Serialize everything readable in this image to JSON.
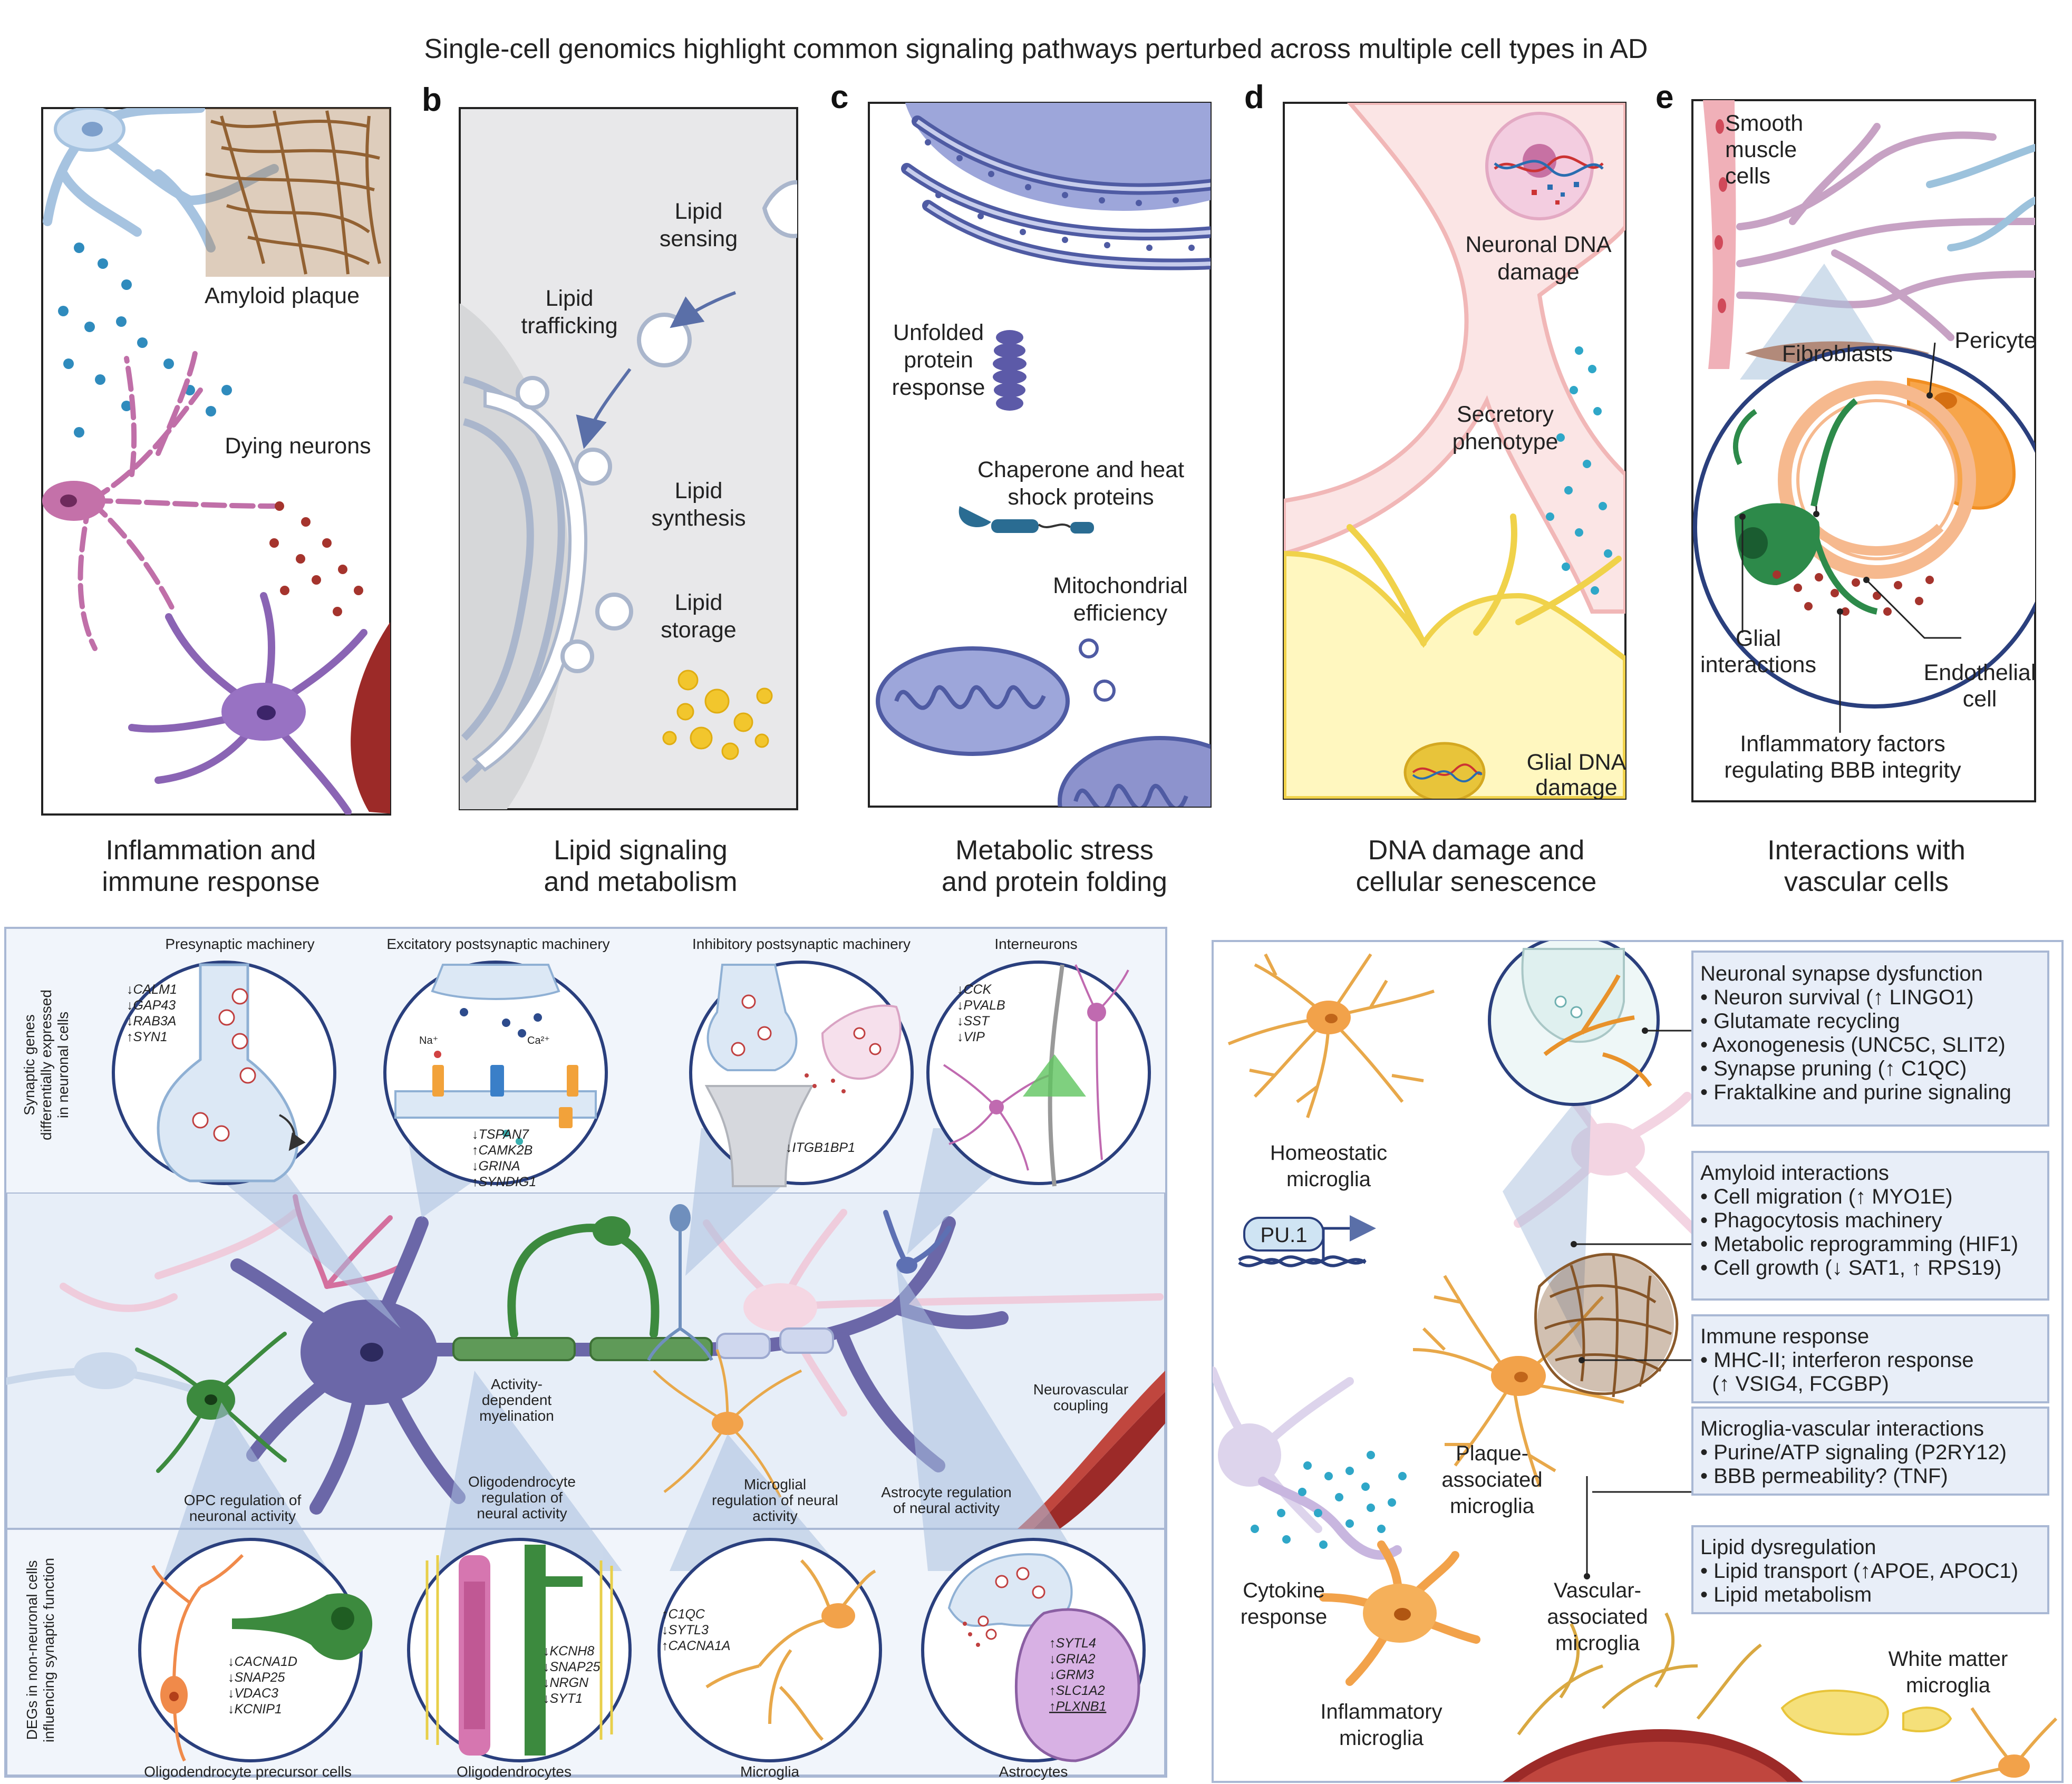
{
  "title": "Single-cell genomics highlight common signaling pathways perturbed across multiple cell types in AD",
  "panels": [
    {
      "letter": "",
      "caption": [
        "Inflammation and",
        "immune response"
      ],
      "labels": [
        "Amyloid plaque",
        "Dying neurons"
      ]
    },
    {
      "letter": "b",
      "caption": [
        "Lipid signaling",
        "and metabolism"
      ],
      "labels": [
        "Lipid",
        "sensing",
        "Lipid",
        "trafficking",
        "Lipid",
        "synthesis",
        "Lipid",
        "storage"
      ]
    },
    {
      "letter": "c",
      "caption": [
        "Metabolic stress",
        "and protein folding"
      ],
      "labels": [
        "Unfolded",
        "protein",
        "response",
        "Chaperone and heat",
        "shock proteins",
        "Mitochondrial",
        "efficiency"
      ]
    },
    {
      "letter": "d",
      "caption": [
        "DNA damage and",
        "cellular senescence"
      ],
      "labels": [
        "Neuronal DNA",
        "damage",
        "Secretory",
        "phenotype",
        "Glial DNA",
        "damage"
      ]
    },
    {
      "letter": "e",
      "caption": [
        "Interactions with",
        "vascular cells"
      ],
      "labels": [
        "Smooth",
        "muscle",
        "cells",
        "Fibroblasts",
        "Pericyte",
        "Glial",
        "interactions",
        "Endothelial",
        "cell",
        "Inflammatory factors",
        "regulating BBB integrity"
      ]
    }
  ],
  "synapse": {
    "side_top": [
      "Synaptic genes",
      "differentially expressed",
      "in neuronal cells"
    ],
    "side_bottom": [
      "DEGs in non-neuronal cells",
      "influencing synaptic function"
    ],
    "top_circles": [
      {
        "title": "Presynaptic machinery",
        "genes": [
          "↓CALM1",
          "↓GAP43",
          "↓RAB3A",
          "↑SYN1"
        ]
      },
      {
        "title": "Excitatory postsynaptic machinery",
        "ions": [
          "Na⁺",
          "Ca²⁺"
        ],
        "genes": [
          "↓TSPAN7",
          "↑CAMK2B",
          "↓GRINA",
          "↑SYNDIG1"
        ]
      },
      {
        "title": "Inhibitory postsynaptic machinery",
        "genes": [
          "↓ITGB1BP1"
        ]
      },
      {
        "title": "Interneurons",
        "genes": [
          "↓CCK",
          "↓PVALB",
          "↓SST",
          "↓VIP"
        ]
      }
    ],
    "middle_labels": [
      {
        "lines": [
          "Activity-",
          "dependent",
          "myelination"
        ]
      },
      {
        "lines": [
          "Neurovascular",
          "coupling"
        ]
      },
      {
        "lines": [
          "OPC regulation of",
          "neuronal activity"
        ]
      },
      {
        "lines": [
          "Oligodendrocyte",
          "regulation of",
          "neural activity"
        ]
      },
      {
        "lines": [
          "Microglial",
          "regulation of neural",
          "activity"
        ]
      },
      {
        "lines": [
          "Astrocyte regulation",
          "of neural activity"
        ]
      }
    ],
    "bottom_circles": [
      {
        "title": "Oligodendrocyte precursor cells",
        "genes": [
          "↓CACNA1D",
          "↓SNAP25",
          "↓VDAC3",
          "↓KCNIP1"
        ]
      },
      {
        "title": "Oligodendrocytes",
        "genes": [
          "↓KCNH8",
          "↓SNAP25",
          "↓NRGN",
          "↓SYT1"
        ]
      },
      {
        "title": "Microglia",
        "genes": [
          "↑C1QC",
          "↓SYTL3",
          "↑CACNA1A"
        ]
      },
      {
        "title": "Astrocytes",
        "genes": [
          "↑SYTL4",
          "↓GRIA2",
          "↓GRM3",
          "↑SLC1A2",
          "↑PLXNB1"
        ]
      }
    ]
  },
  "microglia": {
    "cell_labels": [
      {
        "lines": [
          "Homeostatic",
          "microglia"
        ]
      },
      {
        "lines": [
          "PU.1"
        ]
      },
      {
        "lines": [
          "Plaque-",
          "associated",
          "microglia"
        ]
      },
      {
        "lines": [
          "Cytokine",
          "response"
        ]
      },
      {
        "lines": [
          "Vascular-",
          "associated",
          "microglia"
        ]
      },
      {
        "lines": [
          "Inflammatory",
          "microglia"
        ]
      },
      {
        "lines": [
          "White matter",
          "microglia"
        ]
      }
    ],
    "boxes": [
      {
        "title": "Neuronal synapse dysfunction",
        "items": [
          "• Neuron survival (↑ LINGO1)",
          "• Glutamate recycling",
          "• Axonogenesis (UNC5C, SLIT2)",
          "• Synapse pruning (↑ C1QC)",
          "• Fraktalkine and purine signaling"
        ]
      },
      {
        "title": "Amyloid interactions",
        "items": [
          "• Cell migration (↑ MYO1E)",
          "• Phagocytosis machinery",
          "• Metabolic reprogramming (HIF1)",
          "• Cell growth (↓ SAT1, ↑ RPS19)"
        ]
      },
      {
        "title": "Immune response",
        "items": [
          "• MHC-II; interferon response",
          "  (↑ VSIG4, FCGBP)"
        ]
      },
      {
        "title": "Microglia-vascular interactions",
        "items": [
          "• Purine/ATP signaling (P2RY12)",
          "• BBB permeability? (TNF)"
        ]
      },
      {
        "title": "Lipid dysregulation",
        "items": [
          "• Lipid transport (↑APOE, APOC1)",
          "• Lipid metabolism"
        ]
      }
    ]
  }
}
